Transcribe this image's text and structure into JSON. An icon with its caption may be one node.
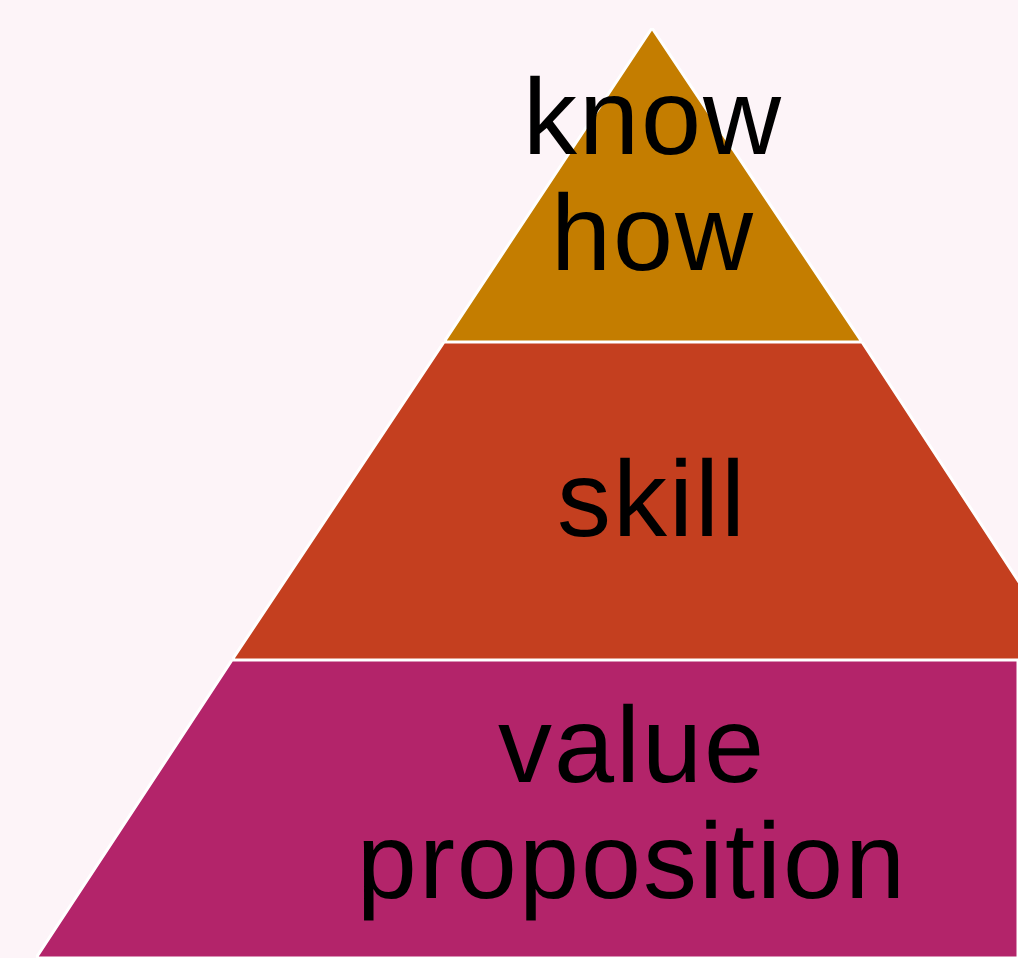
{
  "diagram": {
    "nodes": [
      {
        "text": [
          "know how"
        ]
      },
      {
        "text": [
          "skill"
        ]
      },
      {
        "text": [
          "value proposition"
        ]
      }
    ]
  }
}
